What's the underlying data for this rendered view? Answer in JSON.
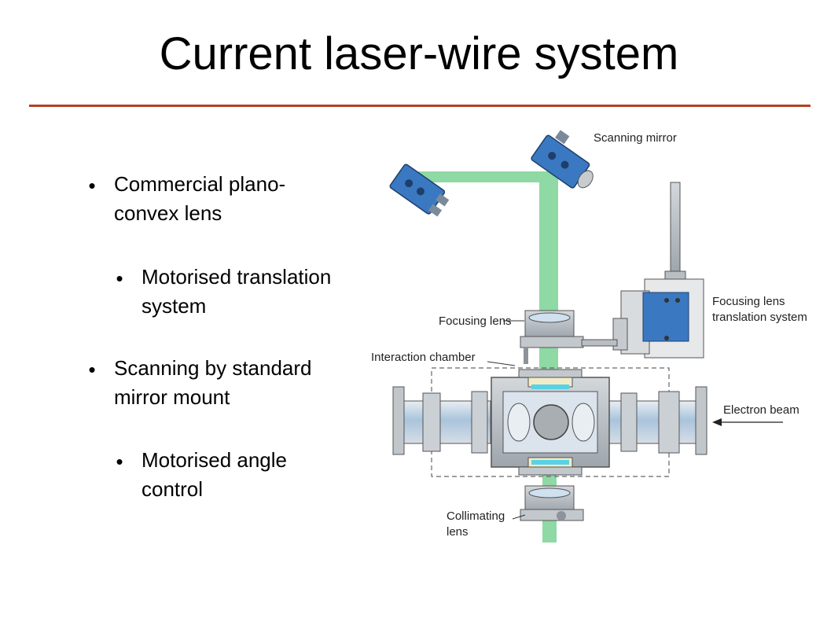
{
  "title": "Current laser-wire system",
  "bullets": [
    {
      "text_line1": "Commercial plano-",
      "text_line2": "convex lens"
    },
    {
      "text_line1": "Motorised translation",
      "text_line2": "system"
    },
    {
      "text_line1": "Scanning by standard",
      "text_line2": "mirror mount"
    },
    {
      "text_line1": "Motorised angle",
      "text_line2": "control"
    }
  ],
  "bullet_glyph": "•",
  "diagram": {
    "labels": {
      "scanning_mirror": "Scanning mirror",
      "focusing_lens_translation_line1": "Focusing lens",
      "focusing_lens_translation_line2": "translation system",
      "focusing_lens": "Focusing lens",
      "interaction_chamber": "Interaction chamber",
      "electron_beam": "Electron beam",
      "collimating_line1": "Collimating",
      "collimating_line2": "lens"
    },
    "colors": {
      "laser_beam": "#8ed9a4",
      "mount_blue": "#3a78c2",
      "rule": "#b5401f"
    }
  }
}
